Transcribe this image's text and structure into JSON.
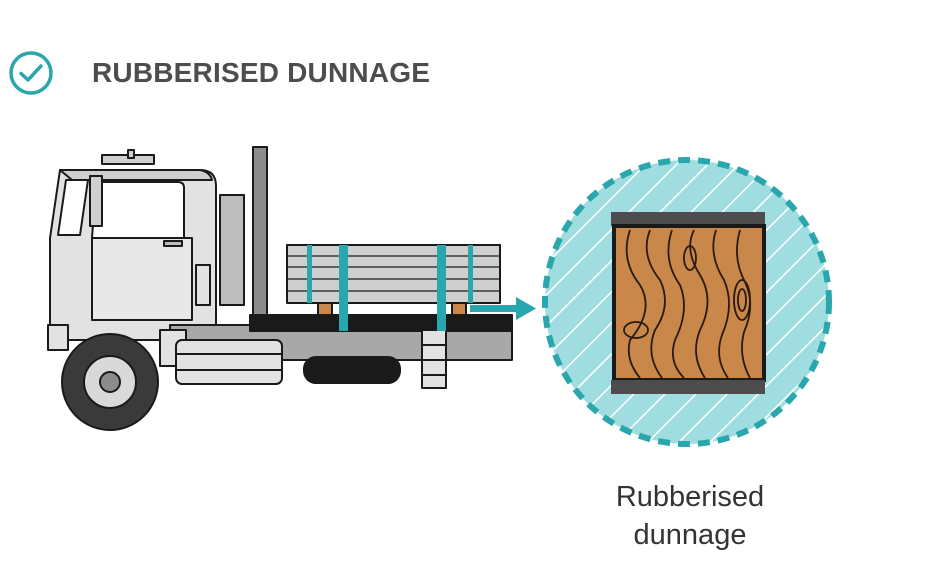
{
  "header": {
    "title": "RUBBERISED DUNNAGE",
    "icon": "check-circle-icon",
    "icon_color": "#2aa6ad"
  },
  "illustration": {
    "subject": "flatbed-truck-icon",
    "detail_view": "dunnage-block-detail-icon"
  },
  "caption": {
    "line1": "Rubberised",
    "line2": "dunnage"
  },
  "colors": {
    "accent": "#2aa6ad",
    "detail_fill": "#9fdde0",
    "rubber": "#4d4d4d",
    "wood": "#c9874a",
    "text": "#4d4d4d"
  }
}
